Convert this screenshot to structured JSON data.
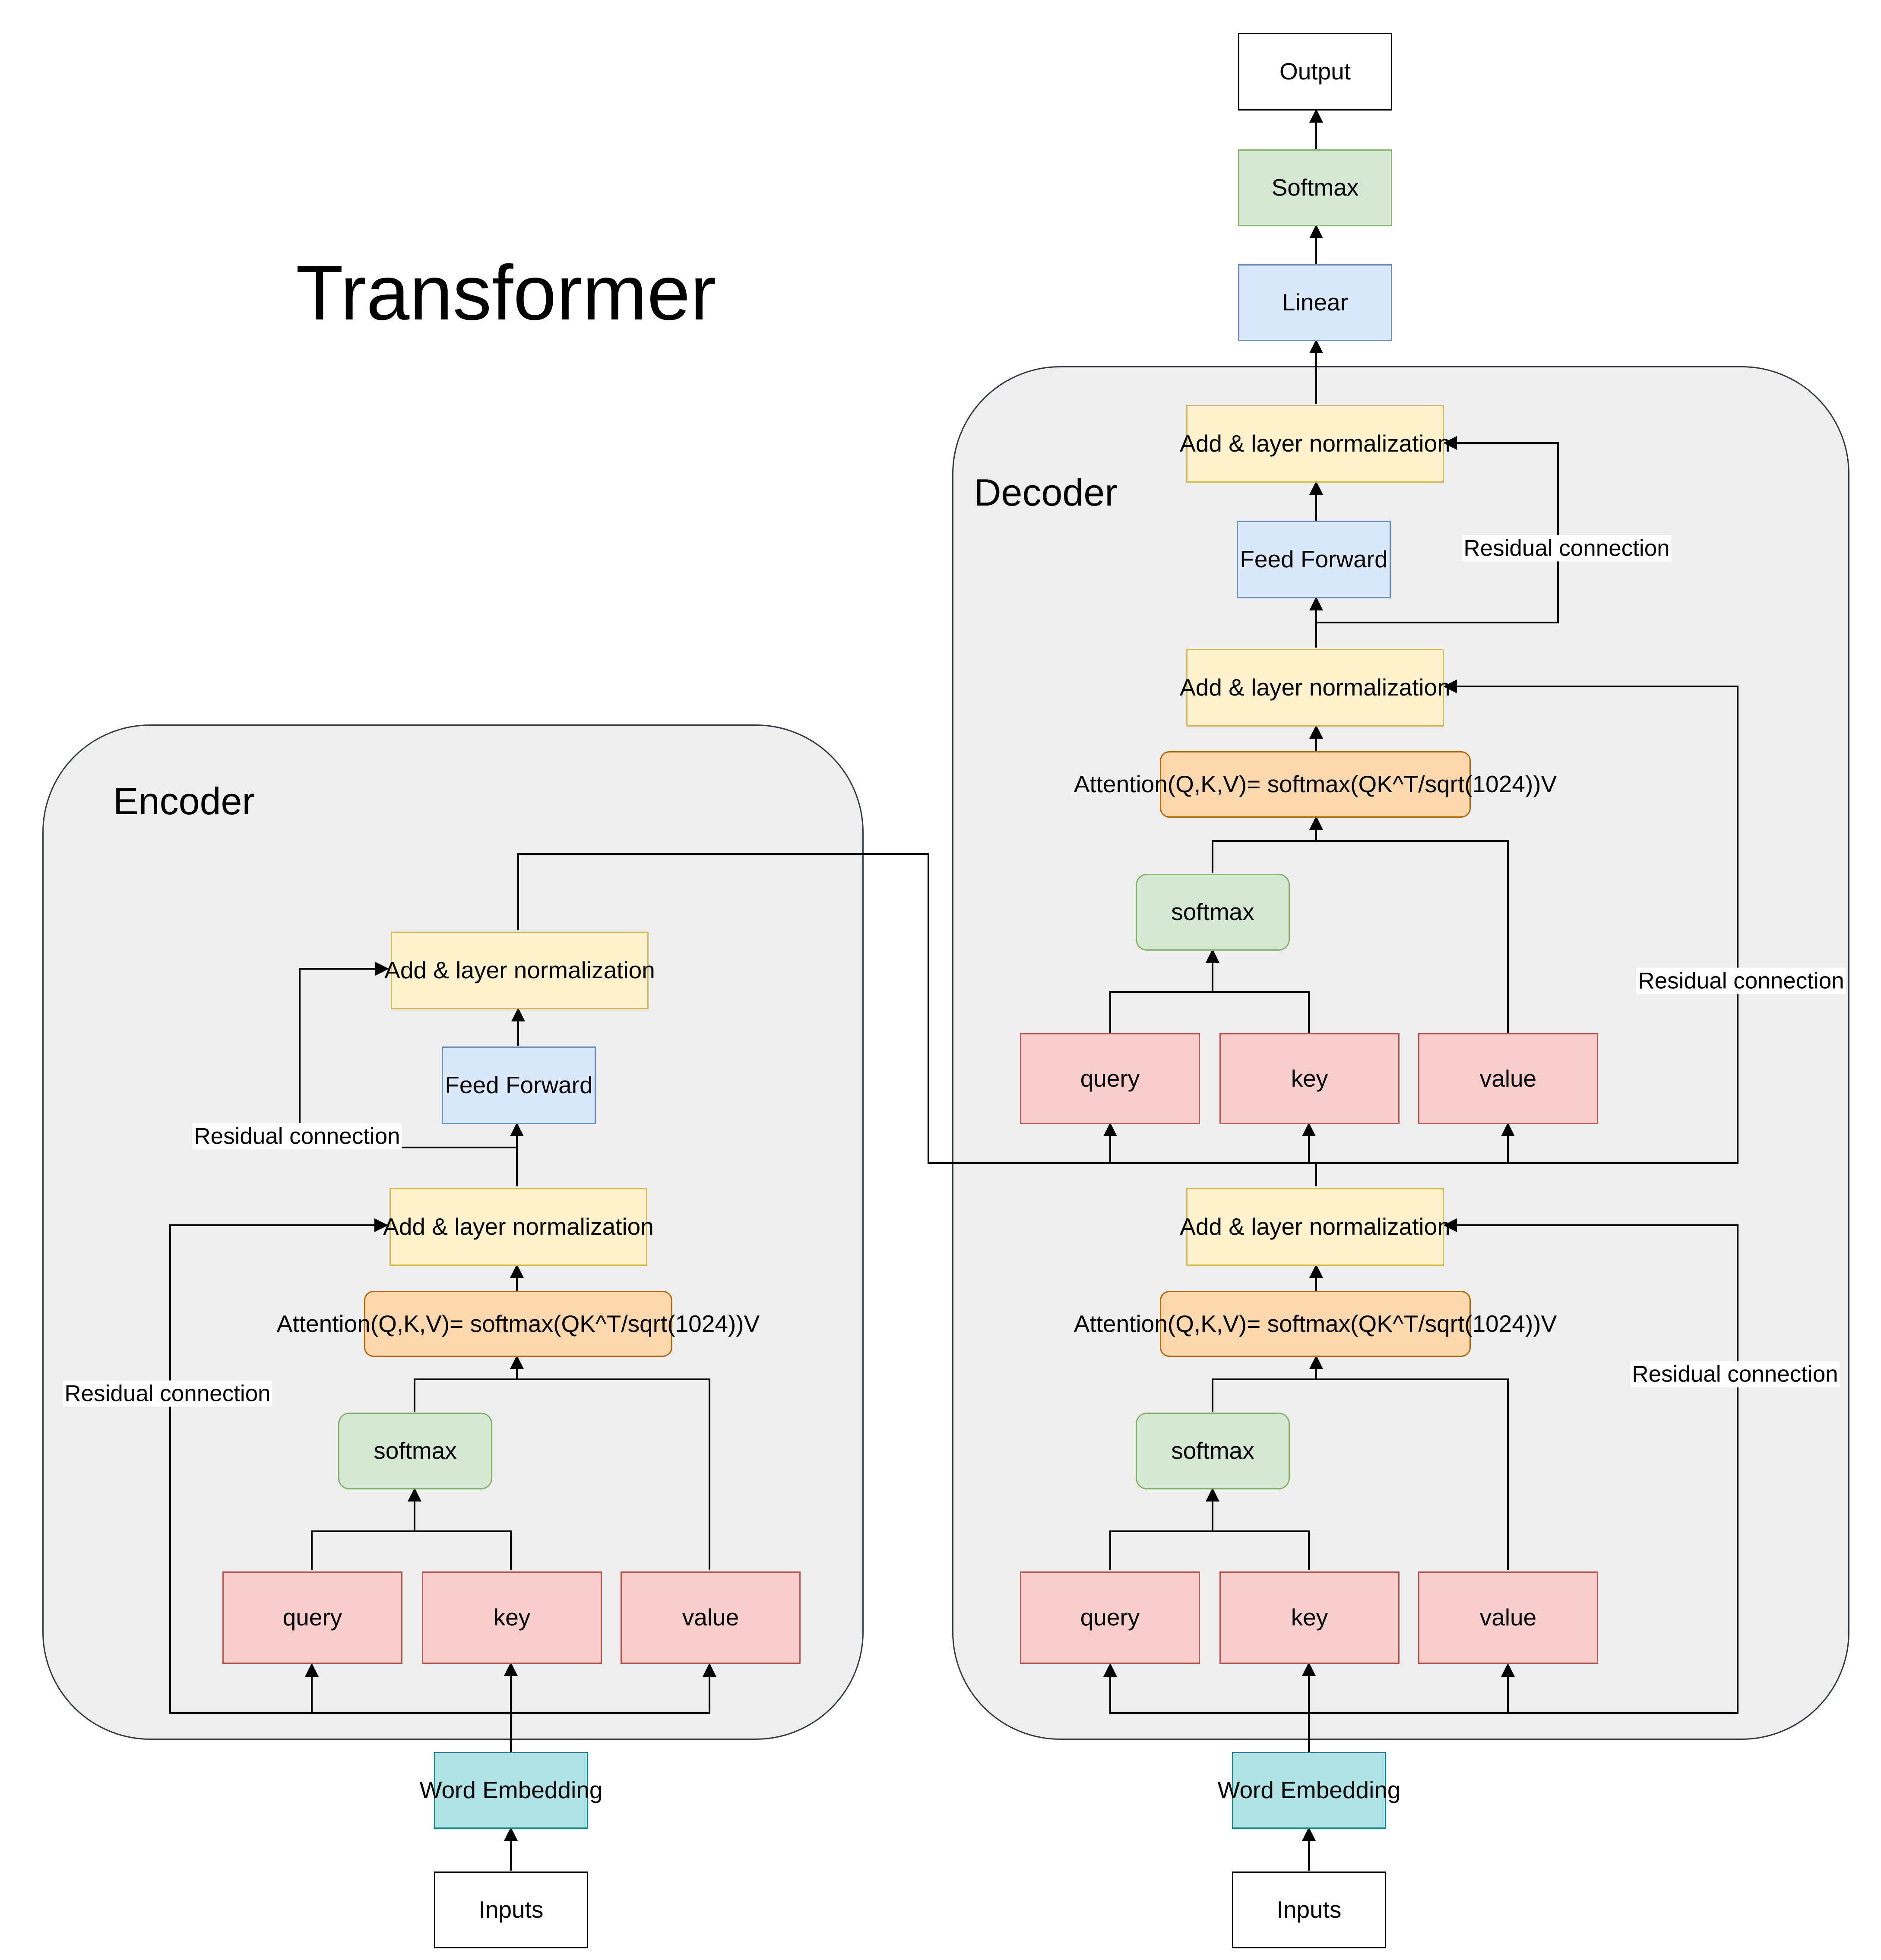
{
  "title": "Transformer",
  "encoder": {
    "title": "Encoder",
    "add_norm_top": "Add & layer normalization",
    "feed_forward": "Feed Forward",
    "add_norm_bottom": "Add & layer normalization",
    "attention": "Attention(Q,K,V)= softmax(QK^T/sqrt(1024))V",
    "softmax": "softmax",
    "query": "query",
    "key": "key",
    "value": "value",
    "residual_top": "Residual connection",
    "residual_bottom": "Residual connection",
    "embedding": "Word Embedding",
    "inputs": "Inputs"
  },
  "decoder": {
    "title": "Decoder",
    "add_norm_top": "Add & layer normalization",
    "feed_forward": "Feed Forward",
    "add_norm_mid": "Add & layer normalization",
    "attention_upper": "Attention(Q,K,V)= softmax(QK^T/sqrt(1024))V",
    "softmax_upper": "softmax",
    "query_upper": "query",
    "key_upper": "key",
    "value_upper": "value",
    "add_norm_low": "Add & layer normalization",
    "attention_lower": "Attention(Q,K,V)= softmax(QK^T/sqrt(1024))V",
    "softmax_lower": "softmax",
    "query_lower": "query",
    "key_lower": "key",
    "value_lower": "value",
    "residual_1": "Residual connection",
    "residual_2": "Residual connection",
    "residual_3": "Residual connection",
    "embedding": "Word Embedding",
    "inputs": "Inputs"
  },
  "head": {
    "linear": "Linear",
    "softmax": "Softmax",
    "output": "Output"
  },
  "colors": {
    "green_fill": "#d5e8d4",
    "blue_fill": "#dae8fc",
    "yellow_fill": "#fff2cc",
    "orange_fill": "#fad7ac",
    "red_fill": "#f8cecc",
    "teal_fill": "#b0e3e6",
    "container_fill": "#eeeeee"
  }
}
